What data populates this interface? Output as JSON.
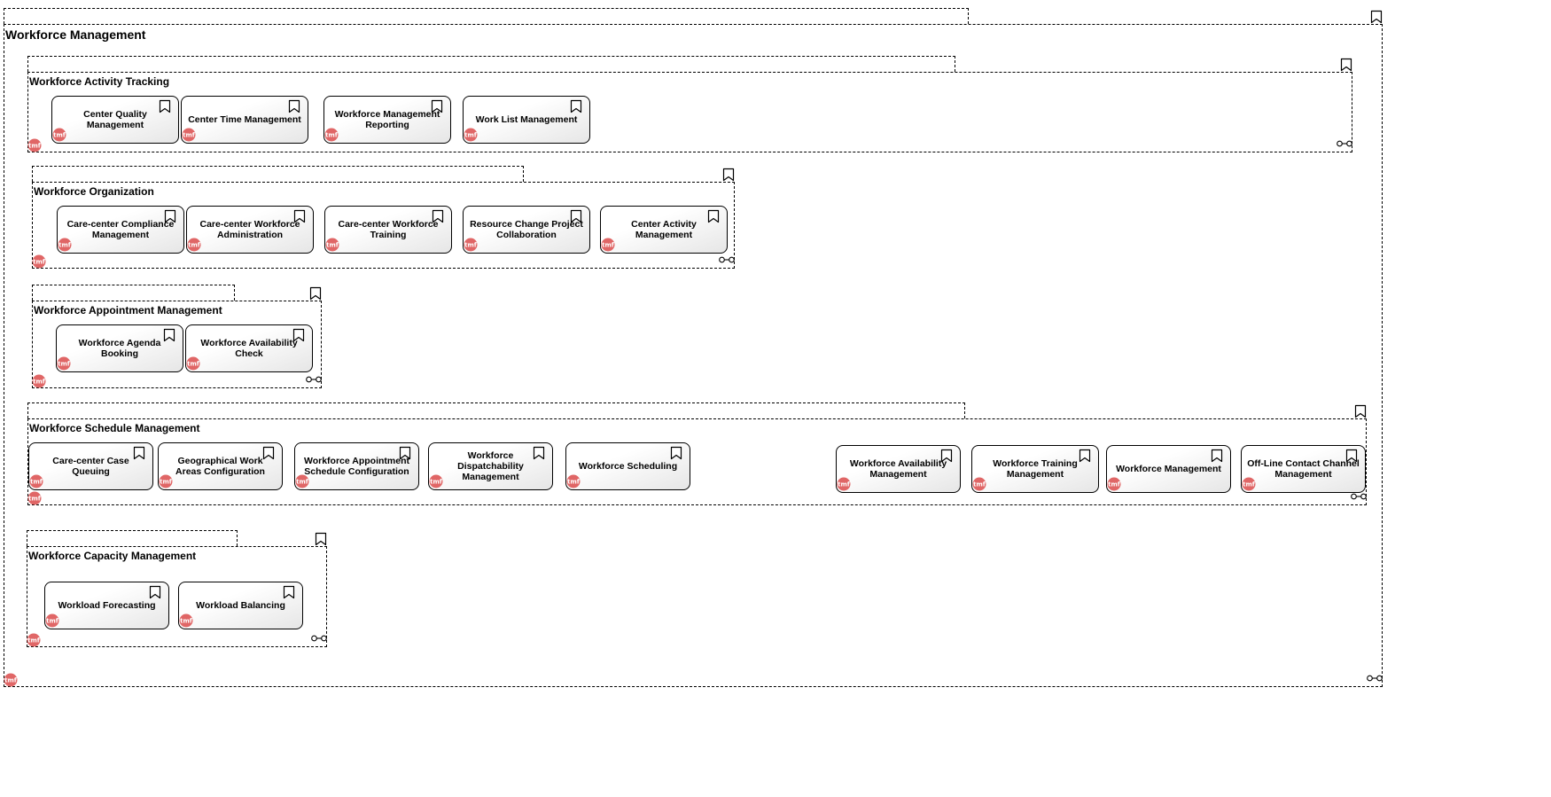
{
  "diagram": {
    "title": "Workforce Management",
    "groups": [
      {
        "id": "activity",
        "title": "Workforce Activity Tracking",
        "items": [
          "Center Quality Management",
          "Center Time Management",
          "Workforce Management Reporting",
          "Work List Management"
        ]
      },
      {
        "id": "organization",
        "title": "Workforce Organization",
        "items": [
          "Care-center Compliance Management",
          "Care-center Workforce Administration",
          "Care-center Workforce Training",
          "Resource Change Project Collaboration",
          "Center Activity Management"
        ]
      },
      {
        "id": "appointment",
        "title": "Workforce Appointment Management",
        "items": [
          "Workforce Agenda Booking",
          "Workforce Availability Check"
        ]
      },
      {
        "id": "schedule",
        "title": "Workforce Schedule Management",
        "items": [
          "Care-center Case Queuing",
          "Geographical Work Areas Configuration",
          "Workforce Appointment Schedule Configuration",
          "Workforce Dispatchability Management",
          "Workforce Scheduling",
          "Workforce Availability Management",
          "Workforce Training Management",
          "Workforce Management",
          "Off-Line Contact Channel Management"
        ]
      },
      {
        "id": "capacity",
        "title": "Workforce Capacity Management",
        "items": [
          "Workload Forecasting",
          "Workload Balancing"
        ]
      }
    ],
    "badge_text": "tmf",
    "colors": {
      "badge": "#e06666",
      "box_fill": "#ffffff",
      "box_shade": "#e6e6e6",
      "border": "#000000"
    }
  }
}
